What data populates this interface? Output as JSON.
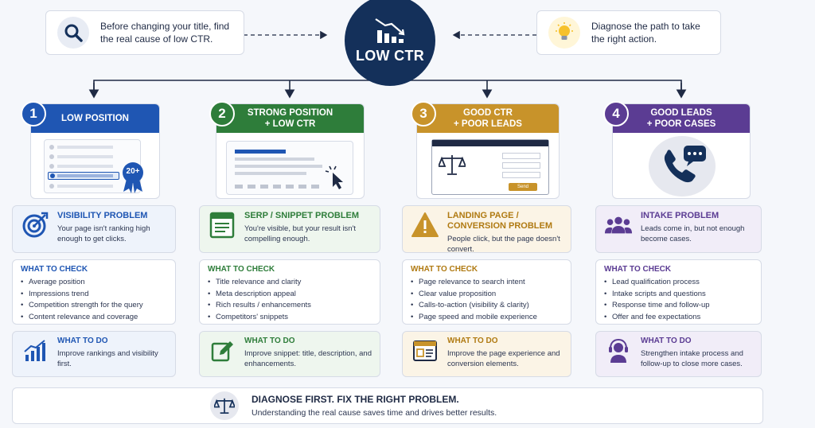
{
  "top_notes": {
    "left": {
      "text": "Before changing your title, find the real cause of low CTR.",
      "icon": "magnifier-icon"
    },
    "right": {
      "text": "Diagnose the path to take the right action.",
      "icon": "lightbulb-icon"
    }
  },
  "hub": {
    "title": "LOW CTR",
    "icon": "declining-bar-chart-icon"
  },
  "columns": [
    {
      "number": "1",
      "title": "LOW POSITION",
      "color": "#1f56b3",
      "tint": "#eef3fb",
      "badge": "20+",
      "problem": {
        "title": "VISIBILITY PROBLEM",
        "desc": "Your page isn't ranking high enough to get clicks.",
        "icon": "target-icon"
      },
      "check": {
        "title": "WHAT TO CHECK",
        "items": [
          "Average position",
          "Impressions trend",
          "Competition strength for the query",
          "Content relevance and coverage"
        ]
      },
      "todo": {
        "title": "WHAT TO DO",
        "desc": "Improve rankings and visibility first.",
        "icon": "growth-chart-icon"
      }
    },
    {
      "number": "2",
      "title": "STRONG POSITION + LOW CTR",
      "color": "#2e7d3a",
      "tint": "#eef6ee",
      "problem": {
        "title": "SERP / SNIPPET PROBLEM",
        "desc": "You're visible, but your result isn't compelling enough.",
        "icon": "snippet-page-icon"
      },
      "check": {
        "title": "WHAT TO CHECK",
        "items": [
          "Title relevance and clarity",
          "Meta description appeal",
          "Rich results / enhancements",
          "Competitors' snippets"
        ]
      },
      "todo": {
        "title": "WHAT TO DO",
        "desc": "Improve snippet: title, description, and enhancements.",
        "icon": "edit-icon"
      }
    },
    {
      "number": "3",
      "title": "GOOD CTR + POOR LEADS",
      "color": "#c8932a",
      "tint": "#fbf4e6",
      "button_label": "Send",
      "problem": {
        "title": "LANDING PAGE / CONVERSION PROBLEM",
        "desc": "People click, but the page doesn't convert.",
        "icon": "warning-icon"
      },
      "check": {
        "title": "WHAT TO CHECK",
        "items": [
          "Page relevance to search intent",
          "Clear value proposition",
          "Calls-to-action (visibility & clarity)",
          "Page speed and mobile experience"
        ]
      },
      "todo": {
        "title": "WHAT TO DO",
        "desc": "Improve the page experience and conversion elements.",
        "icon": "browser-window-icon"
      }
    },
    {
      "number": "4",
      "title": "GOOD LEADS + POOR CASES",
      "color": "#5b3c93",
      "tint": "#f1edf8",
      "problem": {
        "title": "INTAKE PROBLEM",
        "desc": "Leads come in, but not enough become cases.",
        "icon": "team-icon"
      },
      "check": {
        "title": "WHAT TO CHECK",
        "items": [
          "Lead qualification process",
          "Intake scripts and questions",
          "Response time and follow-up",
          "Offer and fee expectations"
        ]
      },
      "todo": {
        "title": "WHAT TO DO",
        "desc": "Strengthen intake process and follow-up to close more cases.",
        "icon": "headset-agent-icon"
      }
    }
  ],
  "footer": {
    "title": "DIAGNOSE FIRST.  FIX THE RIGHT PROBLEM.",
    "desc": "Understanding the real cause saves time and drives better results.",
    "icon": "scales-icon"
  }
}
